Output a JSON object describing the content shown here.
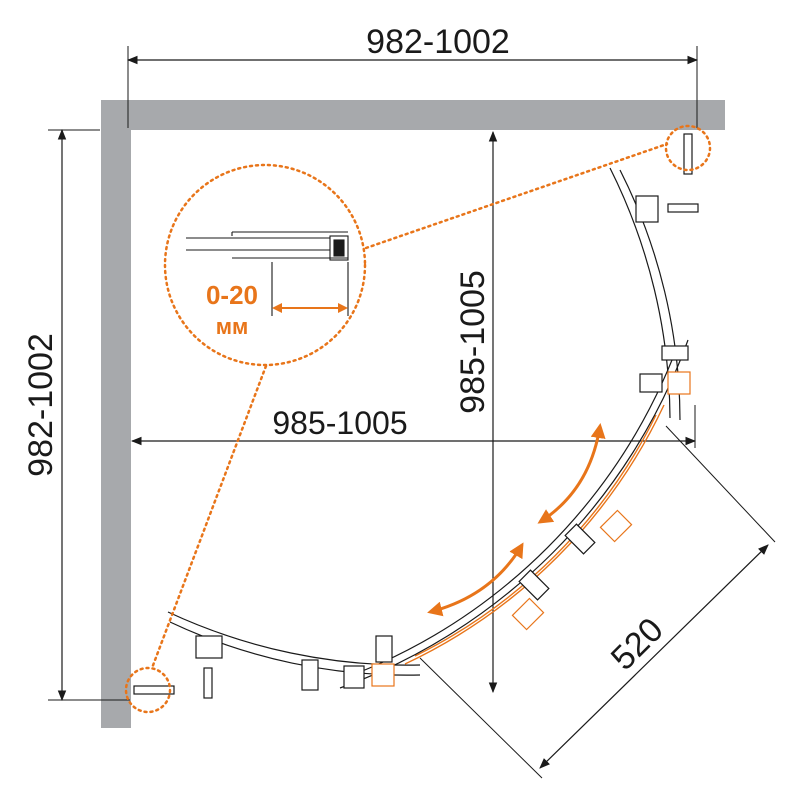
{
  "dimensions": {
    "top_width": "982-1002",
    "left_height": "982-1002",
    "inner_width": "985-1005",
    "inner_height": "985-1005",
    "door_width": "520"
  },
  "detail": {
    "adjust_range": "0-20",
    "adjust_unit": "мм"
  },
  "colors": {
    "wall": "#a7a9ac",
    "line": "#1a1a1a",
    "accent": "#e8751a"
  }
}
